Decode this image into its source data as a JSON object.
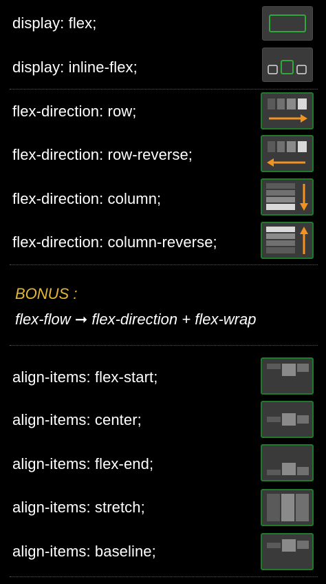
{
  "display": {
    "items": [
      {
        "label": "display: flex;"
      },
      {
        "label": "display: inline-flex;"
      }
    ]
  },
  "flex_direction": {
    "items": [
      {
        "label": "flex-direction: row;"
      },
      {
        "label": "flex-direction: row-reverse;"
      },
      {
        "label": "flex-direction: column;"
      },
      {
        "label": "flex-direction: column-reverse;"
      }
    ]
  },
  "bonus": {
    "title": "BONUS :",
    "term": "flex-flow",
    "arrow": "➞",
    "expansion_a": "flex-direction",
    "plus": "+",
    "expansion_b": "flex-wrap"
  },
  "align_items": {
    "items": [
      {
        "label": "align-items: flex-start;"
      },
      {
        "label": "align-items: center;"
      },
      {
        "label": "align-items: flex-end;"
      },
      {
        "label": "align-items: stretch;"
      },
      {
        "label": "align-items: baseline;"
      }
    ]
  },
  "colors": {
    "background": "#000000",
    "text": "#ffffff",
    "bonus_title": "#e6b733",
    "icon_bg": "#3a3a3a",
    "icon_border_green": "#1f7a2c",
    "arrow_orange": "#f29222",
    "block_light": "#d9d9d9",
    "block_mid": "#8a8a8a",
    "block_dark": "#5a5a5a"
  },
  "icons": [
    "display-flex-icon",
    "display-inline-flex-icon",
    "row-arrow-right-icon",
    "row-reverse-arrow-left-icon",
    "column-arrow-down-icon",
    "column-reverse-arrow-up-icon",
    "align-flex-start-icon",
    "align-center-icon",
    "align-flex-end-icon",
    "align-stretch-icon",
    "align-baseline-icon"
  ]
}
